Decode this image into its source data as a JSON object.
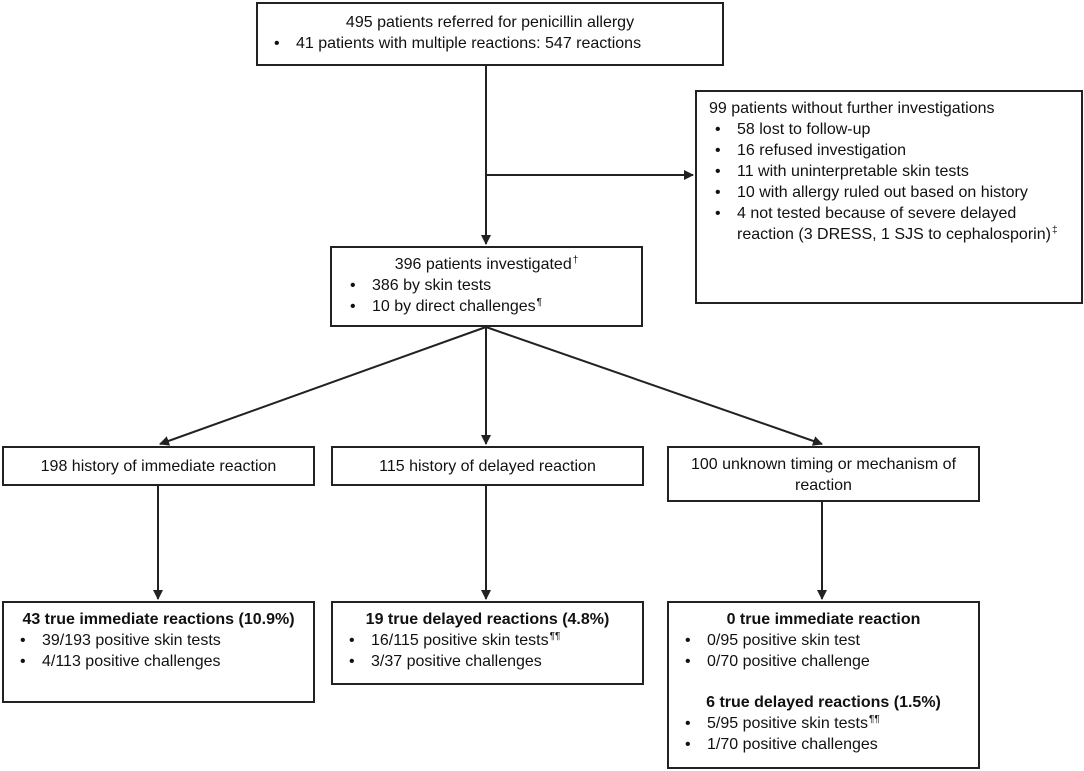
{
  "referred": {
    "title": "495 patients referred for penicillin allergy",
    "items": [
      "41 patients with multiple reactions: 547 reactions"
    ]
  },
  "no_investigation": {
    "title": "99 patients without further investigations",
    "items": [
      "58 lost to follow-up",
      "16 refused investigation",
      "11 with uninterpretable skin tests",
      "10 with allergy ruled out based on history",
      "4 not tested because of severe delayed reaction (3 DRESS, 1 SJS to cephalosporin)"
    ],
    "last_item_mark": "‡"
  },
  "investigated": {
    "title": "396 patients investigated",
    "title_mark": "†",
    "items": [
      "386 by skin tests",
      "10 by direct challenges"
    ],
    "challenge_mark": "¶"
  },
  "immediate_history": {
    "label": "198 history of immediate reaction"
  },
  "delayed_history": {
    "label": "115 history of delayed reaction"
  },
  "unknown_history": {
    "label": "100 unknown timing or mechanism of reaction"
  },
  "true_immediate": {
    "title": "43 true immediate reactions (10.9%)",
    "items": [
      "39/193 positive skin tests",
      "4/113 positive challenges"
    ]
  },
  "true_delayed": {
    "title": "19 true delayed reactions (4.8%)",
    "items": [
      "16/115 positive skin tests",
      "3/37 positive challenges"
    ],
    "skin_mark": "¶¶"
  },
  "unknown_results": {
    "immediate_title": "0 true immediate reaction",
    "immediate_items": [
      "0/95 positive skin test",
      "0/70 positive challenge"
    ],
    "delayed_title": "6 true delayed reactions (1.5%)",
    "delayed_items": [
      "5/95 positive skin tests",
      "1/70 positive challenges"
    ],
    "skin_mark": "¶¶"
  },
  "colors": {
    "line": "#222222",
    "box_border": "#222222",
    "text": "#111111",
    "background": "#ffffff"
  }
}
